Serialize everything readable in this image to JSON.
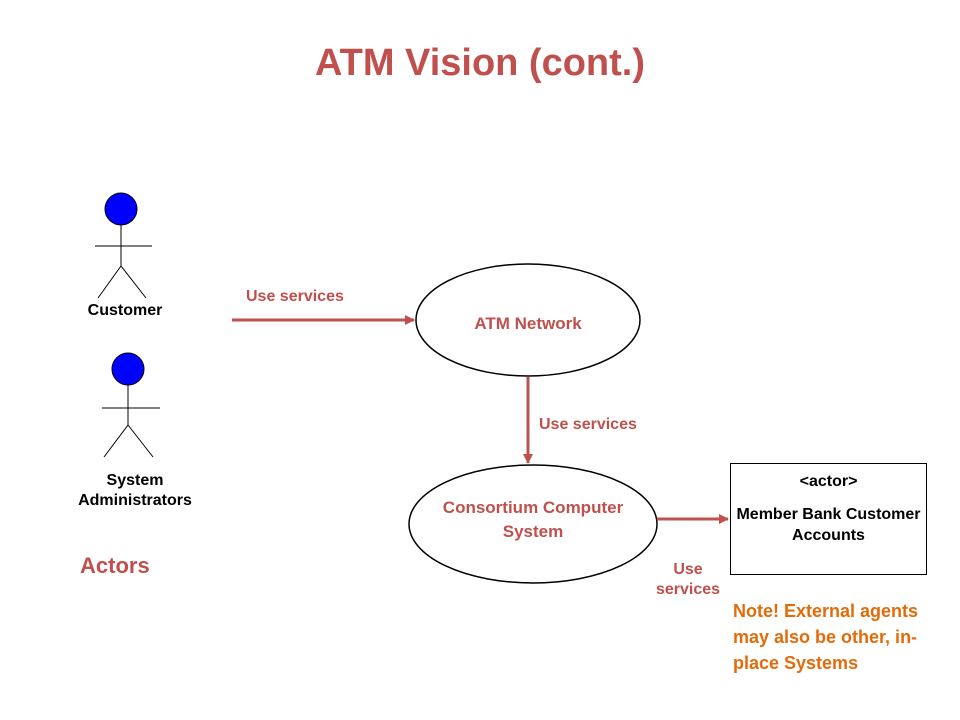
{
  "title": "ATM Vision (cont.)",
  "actors": [
    {
      "label": "Customer"
    },
    {
      "label": "System Administrators"
    }
  ],
  "actors_heading": "Actors",
  "nodes": {
    "atm_network": "ATM Network",
    "consortium": "Consortium Computer System"
  },
  "external": {
    "stereotype": "<actor>",
    "name": "Member Bank Customer Accounts"
  },
  "relations": {
    "customer_to_network": "Use services",
    "network_to_consortium": "Use services",
    "consortium_to_bank": "Use services"
  },
  "note": "Note!  External agents may also be other, in-place Systems",
  "colors": {
    "title": "#c0504d",
    "arrow": "#c0504d",
    "actor_head": "#0000ff",
    "note": "#e36c0a"
  }
}
